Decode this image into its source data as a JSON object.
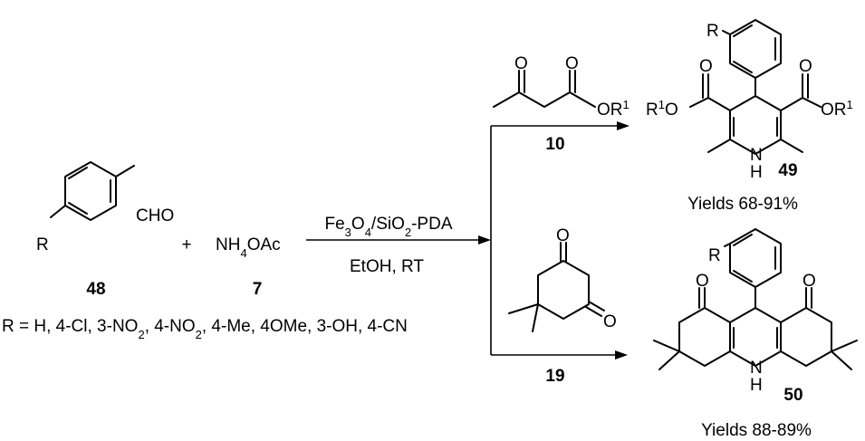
{
  "reactants": {
    "aldehyde": {
      "substituent": "R",
      "group": "CHO",
      "number": "48"
    },
    "plus": "+",
    "ammonium": {
      "formula": [
        "NH",
        "4",
        "OAc"
      ],
      "number": "7"
    }
  },
  "conditions": {
    "catalyst": [
      "Fe",
      "3",
      "O",
      "4",
      "/SiO",
      "2",
      "-PDA"
    ],
    "solvent": "EtOH, RT"
  },
  "r_groups": [
    "R = H, 4-Cl, 3-NO",
    "2",
    ", 4-NO",
    "2",
    ", 4-Me, 4OMe, 3-OH, 4-CN"
  ],
  "upper_branch": {
    "reagent_number": "10",
    "reagent_ester_label": "OR",
    "reagent_ester_sup": "1",
    "product": {
      "substituent": "R",
      "left_ester": {
        "r": "R",
        "sup": "1",
        "o": "O"
      },
      "right_ester": {
        "o": "O",
        "r": "R",
        "sup": "1"
      },
      "nh": "H",
      "n": "N",
      "number": "49"
    },
    "yield": "Yields 68-91%"
  },
  "lower_branch": {
    "reagent_number": "19",
    "product": {
      "substituent": "R",
      "n": "N",
      "nh": "H",
      "number": "50"
    },
    "yield": "Yields 88-89%"
  },
  "atom_labels": {
    "O": "O"
  }
}
